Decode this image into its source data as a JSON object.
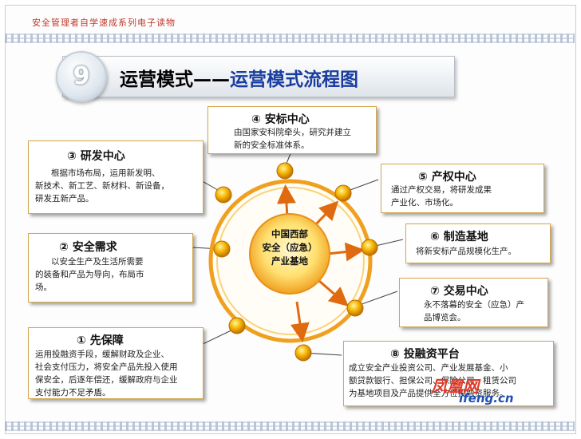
{
  "series_title": "安全管理者自学速成系列电子读物",
  "chapter_number": "9",
  "heading": {
    "main": "运营模式——",
    "sub": "运营模式流程图"
  },
  "center": {
    "lines": [
      "中国西部",
      "安全（应急）",
      "产业基地"
    ]
  },
  "boxes": [
    {
      "id": "anbiao",
      "number": "④",
      "title": "安标中心",
      "text": [
        "由国家安科院牵头，研究并建立",
        "新的安全标准体系。"
      ]
    },
    {
      "id": "chanquan",
      "number": "⑤",
      "title": "产权中心",
      "text": [
        "通过产权交易，将研发成果",
        "产业化、市场化。"
      ]
    },
    {
      "id": "zhizao",
      "number": "⑥",
      "title": "制造基地",
      "text": [
        "将新安标产品规模化生产。"
      ]
    },
    {
      "id": "jiaoyi",
      "number": "⑦",
      "title": "交易中心",
      "text": [
        "永不落幕的安全（应急）产",
        "品博览会。"
      ]
    },
    {
      "id": "tourongzi",
      "number": "⑧",
      "title": "投融资平台",
      "text": [
        "成立安全产业投资公司、产业发展基金、小",
        "额贷款银行、担保公司、保险公司、租赁公司",
        "为基地项目及产品提供全方位投融资服务。"
      ]
    },
    {
      "id": "xianbaozhang",
      "number": "①",
      "title": "先保障",
      "text": [
        "运用投融资手段，缓解财政及企业、",
        "社会支付压力，将安全产品先投入使用",
        "保安全，后逐年偿还，缓解政府与企业",
        "支付能力不足矛盾。"
      ]
    },
    {
      "id": "anquanxuqiu",
      "number": "②",
      "title": "安全需求",
      "text": [
        "以安全生产及生活所需要",
        "的装备和产品为导向，布局市",
        "场。"
      ]
    },
    {
      "id": "yanfa",
      "number": "③",
      "title": "研发中心",
      "text": [
        "根据市场布局，运用新发明、",
        "新技术、新工艺、新材料、新设备，",
        "研发五新产品。"
      ]
    }
  ],
  "watermark": {
    "line1": "凤凰网",
    "line2": "ifeng.cn"
  },
  "colors": {
    "ring": "#f0a020",
    "node": "#f5b400",
    "arrow": "#e06a10",
    "heading_blue": "#1a3ea0",
    "box_border": "#d4a64a"
  }
}
